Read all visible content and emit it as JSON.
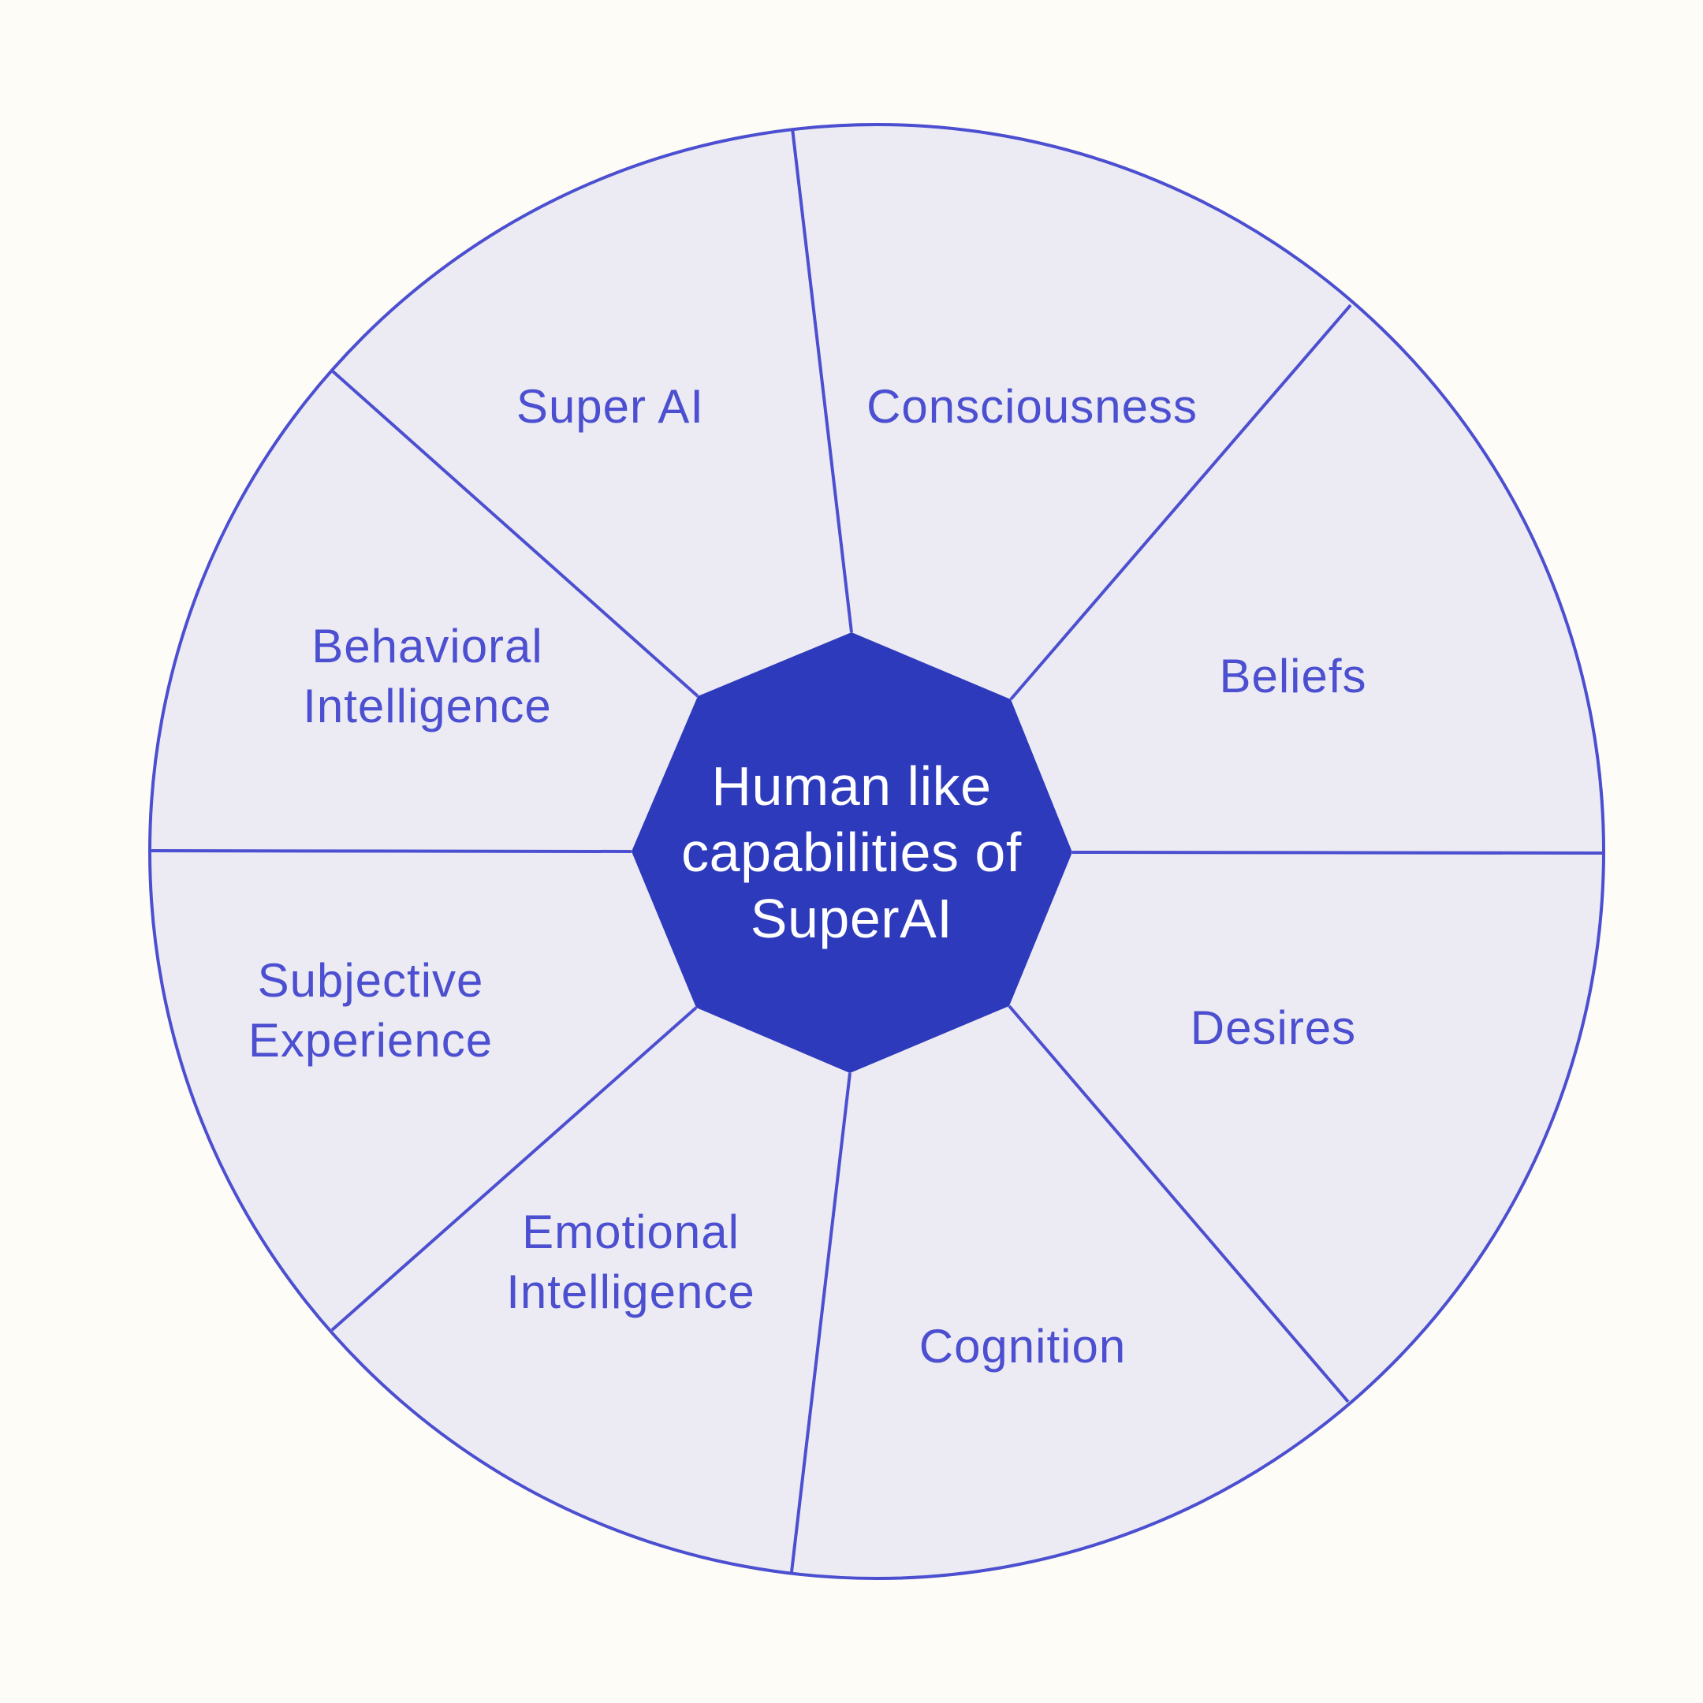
{
  "colors": {
    "background": "#FEFCF7",
    "segment_fill": "#ECEBF3",
    "line": "#4B4FD0",
    "hub_fill": "#2E3ABC",
    "label_text": "#4B4FD0",
    "hub_text": "#FFFFFF"
  },
  "center": {
    "lines": [
      "Human like",
      "capabilities of",
      "SuperAI"
    ]
  },
  "segments": [
    {
      "lines": [
        "Super AI"
      ]
    },
    {
      "lines": [
        "Consciousness"
      ]
    },
    {
      "lines": [
        "Beliefs"
      ]
    },
    {
      "lines": [
        "Desires"
      ]
    },
    {
      "lines": [
        "Cognition"
      ]
    },
    {
      "lines": [
        "Emotional",
        "Intelligence"
      ]
    },
    {
      "lines": [
        "Subjective",
        "Experience"
      ]
    },
    {
      "lines": [
        "Behavioral",
        "Intelligence"
      ]
    }
  ]
}
